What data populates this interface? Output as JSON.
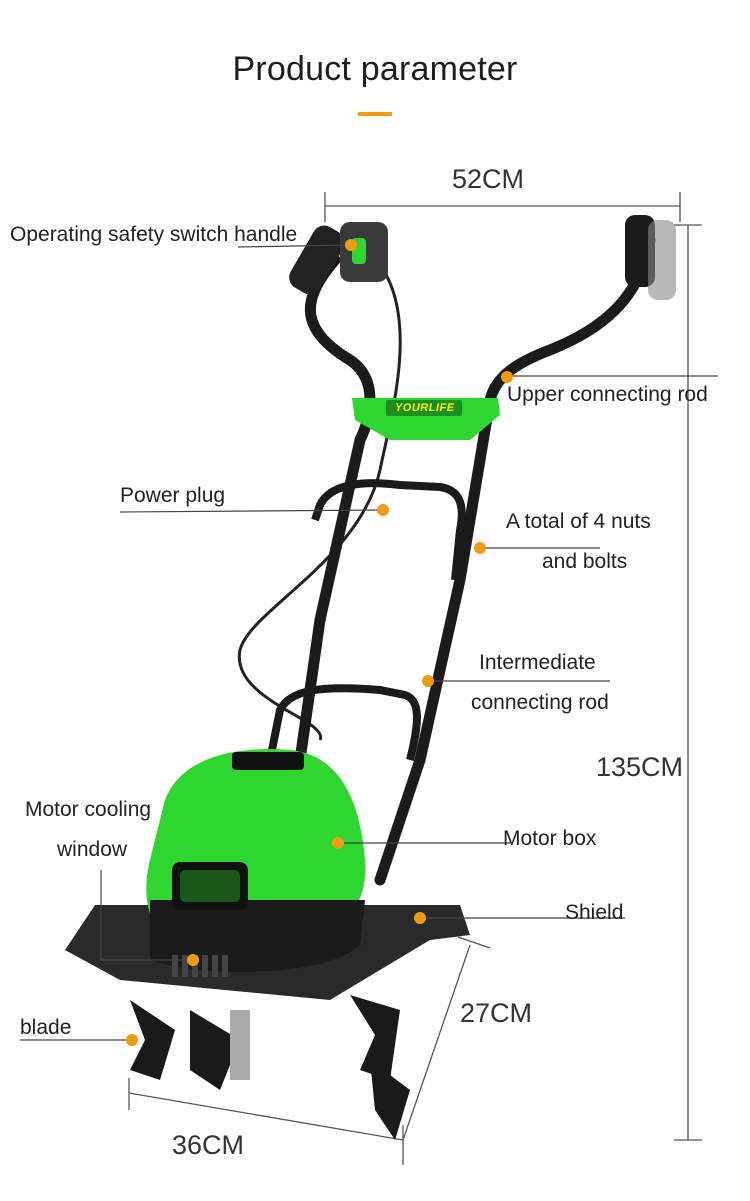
{
  "header": {
    "title": "Product parameter",
    "accent_color": "#f39a14"
  },
  "product": {
    "brand": "YOURLIFE",
    "body_color": "#2fd62f",
    "frame_color": "#1b1b1b"
  },
  "dimensions": {
    "width_top": "52CM",
    "height": "135CM",
    "depth": "27CM",
    "width_bottom": "36CM"
  },
  "callouts": {
    "safety_switch": "Operating safety switch handle",
    "upper_rod": "Upper connecting rod",
    "power_plug": "Power plug",
    "nuts_line1": "A total of 4 nuts",
    "nuts_line2": "and bolts",
    "intermediate_line1": "Intermediate",
    "intermediate_line2": "connecting rod",
    "cooling_line1": "Motor cooling",
    "cooling_line2": "window",
    "motor_box": "Motor box",
    "shield": "Shield",
    "blade": "blade"
  }
}
